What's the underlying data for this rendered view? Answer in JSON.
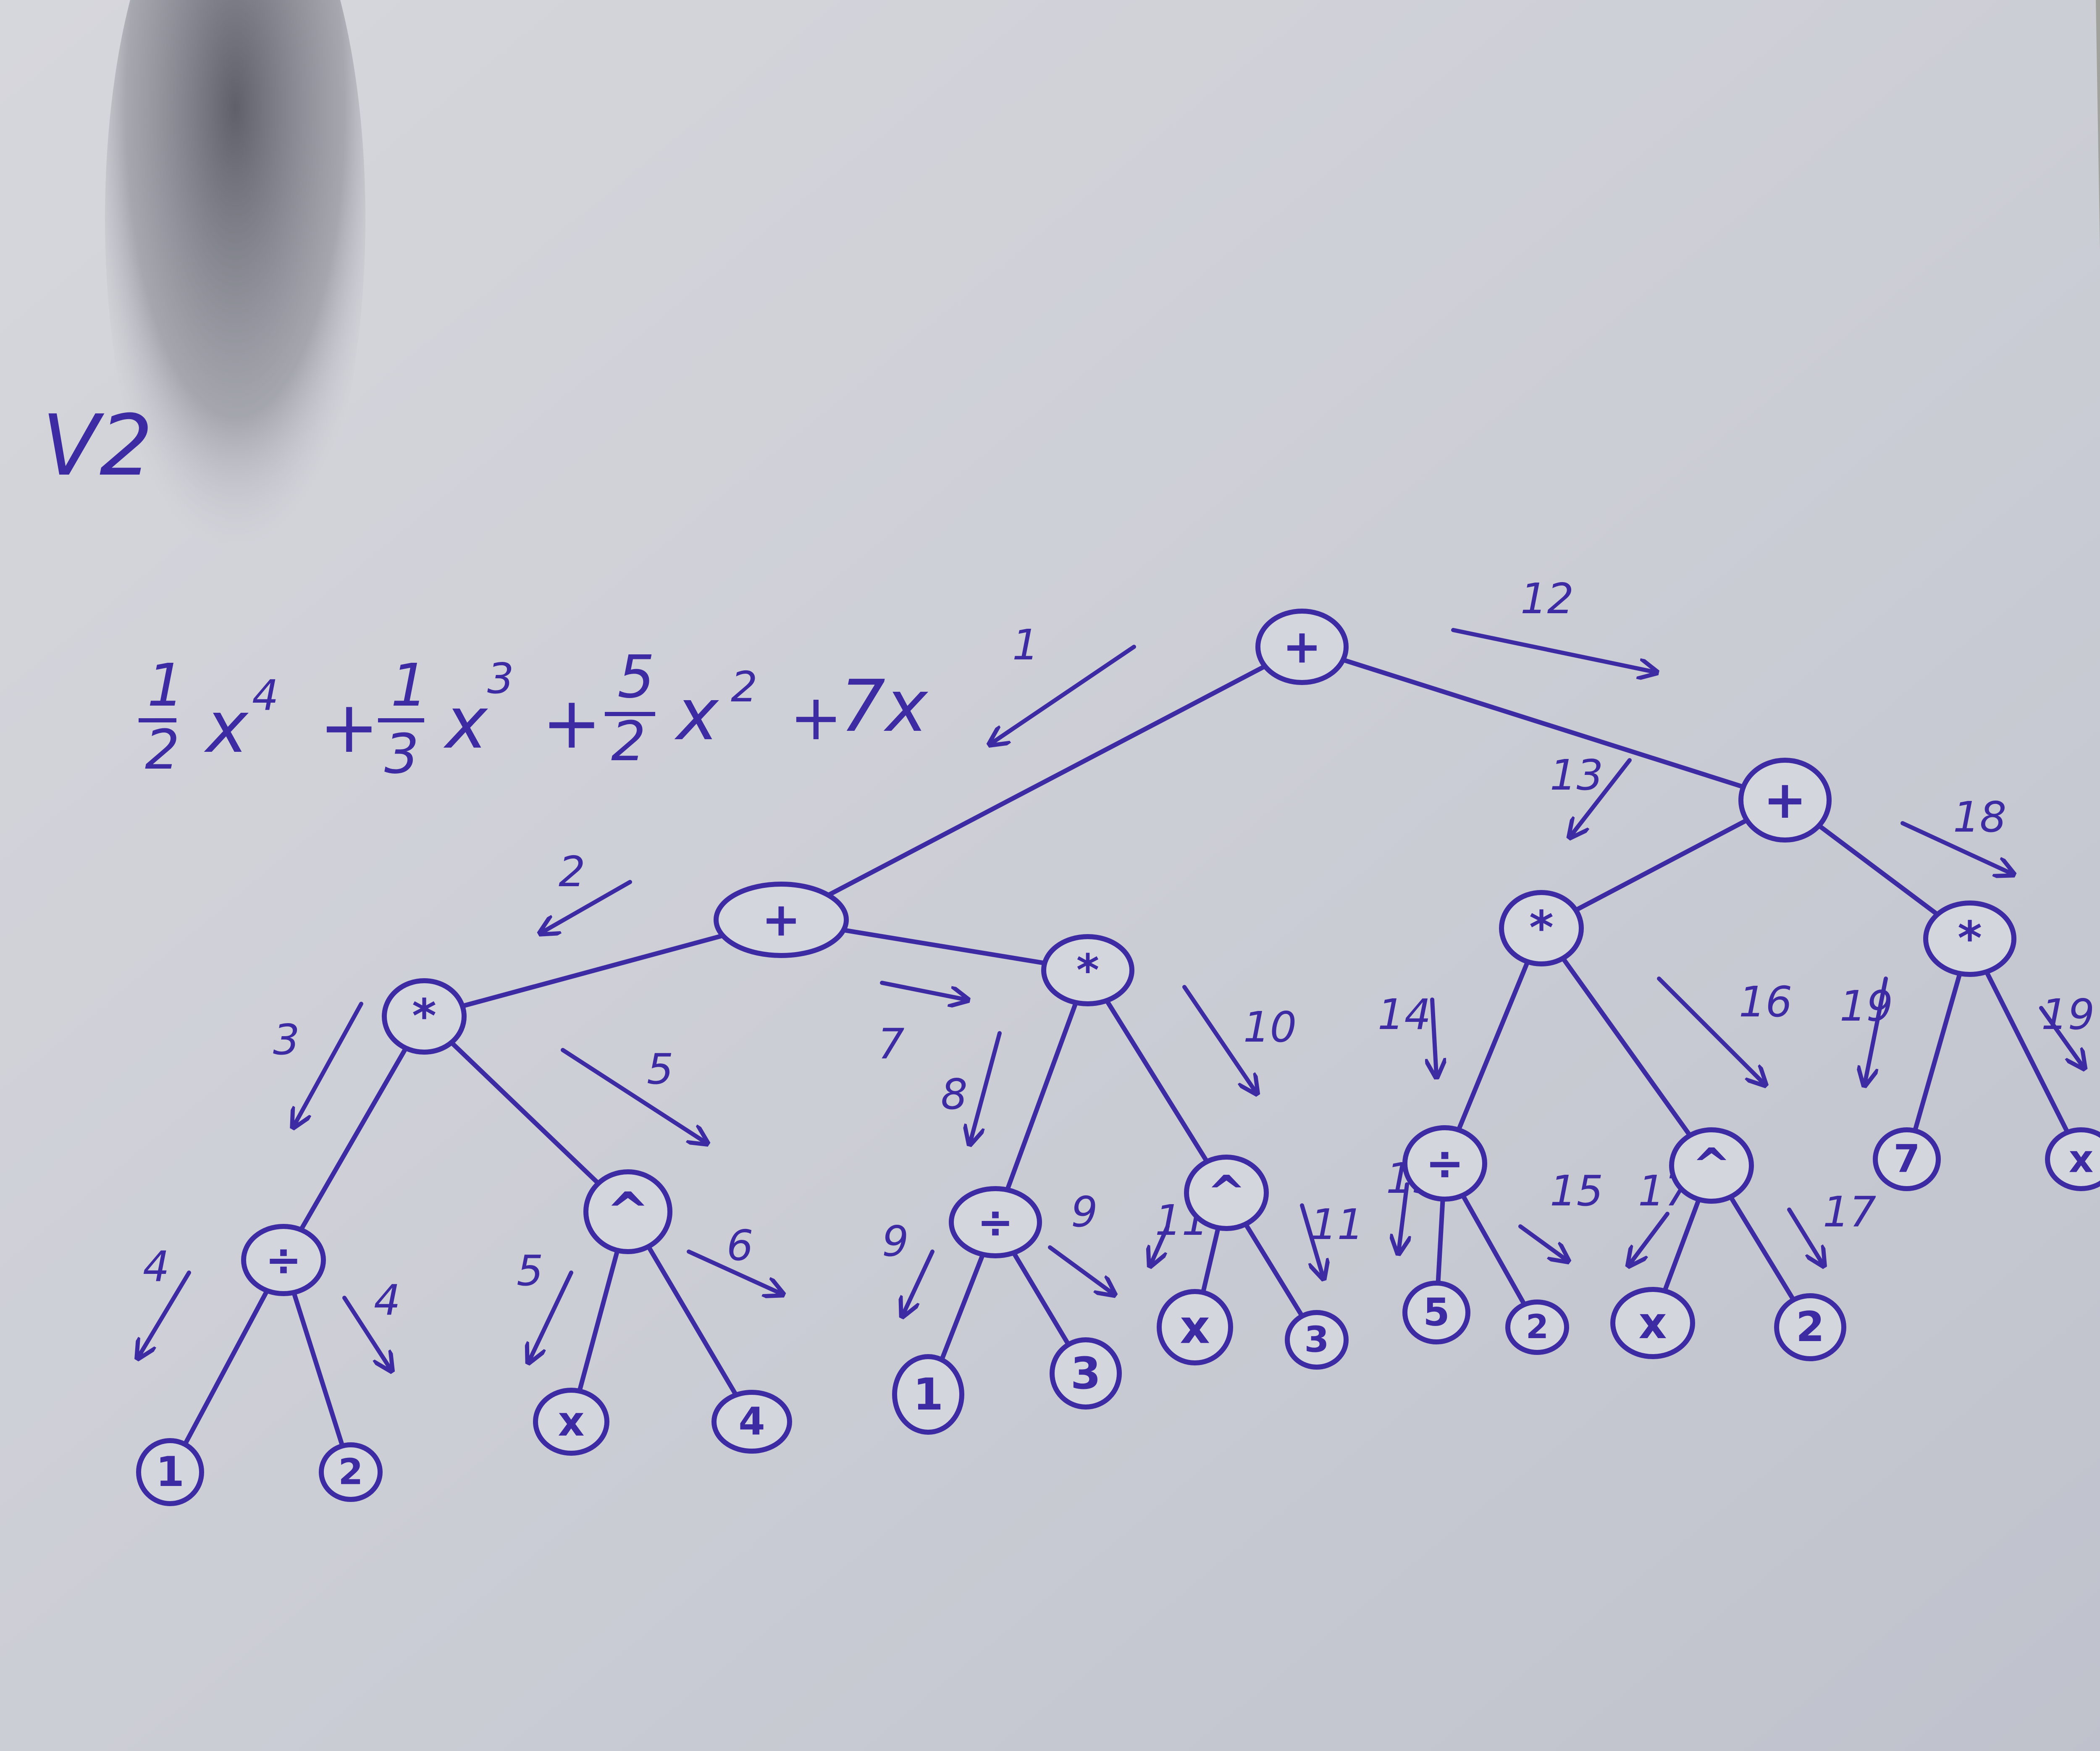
{
  "page_label": "V2",
  "expression": {
    "term1_coef_num": "1",
    "term1_coef_den": "2",
    "term1_var": "x",
    "term1_exp": "4",
    "plus1": "+",
    "term2_coef_num": "1",
    "term2_coef_den": "3",
    "term2_var": "x",
    "term2_exp": "3",
    "plus2": "+",
    "term3_coef_num": "5",
    "term3_coef_den": "2",
    "term3_var": "x",
    "term3_exp": "2",
    "plus3": "+",
    "term4": "7x"
  },
  "nodes": [
    {
      "id": "root",
      "label": "+"
    },
    {
      "id": "left-plus",
      "label": "+"
    },
    {
      "id": "right-plus",
      "label": "+"
    },
    {
      "id": "mul-a",
      "label": "*"
    },
    {
      "id": "mul-b",
      "label": "*"
    },
    {
      "id": "mul-c",
      "label": "*"
    },
    {
      "id": "mul-d",
      "label": "*"
    },
    {
      "id": "div-a",
      "label": "÷"
    },
    {
      "id": "pow-a",
      "label": "^"
    },
    {
      "id": "div-b",
      "label": "÷"
    },
    {
      "id": "pow-b",
      "label": "^"
    },
    {
      "id": "div-c",
      "label": "÷"
    },
    {
      "id": "pow-c",
      "label": "^"
    },
    {
      "id": "leaf-1a",
      "label": "1"
    },
    {
      "id": "leaf-2a",
      "label": "2"
    },
    {
      "id": "leaf-xa",
      "label": "x"
    },
    {
      "id": "leaf-4",
      "label": "4"
    },
    {
      "id": "leaf-1b",
      "label": "1"
    },
    {
      "id": "leaf-3a",
      "label": "3"
    },
    {
      "id": "leaf-xb",
      "label": "x"
    },
    {
      "id": "leaf-3b",
      "label": "3"
    },
    {
      "id": "leaf-5",
      "label": "5"
    },
    {
      "id": "leaf-2b",
      "label": "2"
    },
    {
      "id": "leaf-xc",
      "label": "x"
    },
    {
      "id": "leaf-2c",
      "label": "2"
    },
    {
      "id": "leaf-7",
      "label": "7"
    },
    {
      "id": "leaf-xd",
      "label": "x"
    }
  ],
  "step_labels": [
    "1",
    "2",
    "3",
    "4",
    "4",
    "5",
    "5",
    "6",
    "7",
    "8",
    "9",
    "9",
    "10",
    "11",
    "11",
    "12",
    "13",
    "14",
    "15",
    "15",
    "16",
    "17",
    "17",
    "18",
    "19",
    "19"
  ],
  "colors": {
    "ink": "#3d2ba3",
    "paper": "#d3d6dd",
    "shadow": "#5a5c66"
  }
}
